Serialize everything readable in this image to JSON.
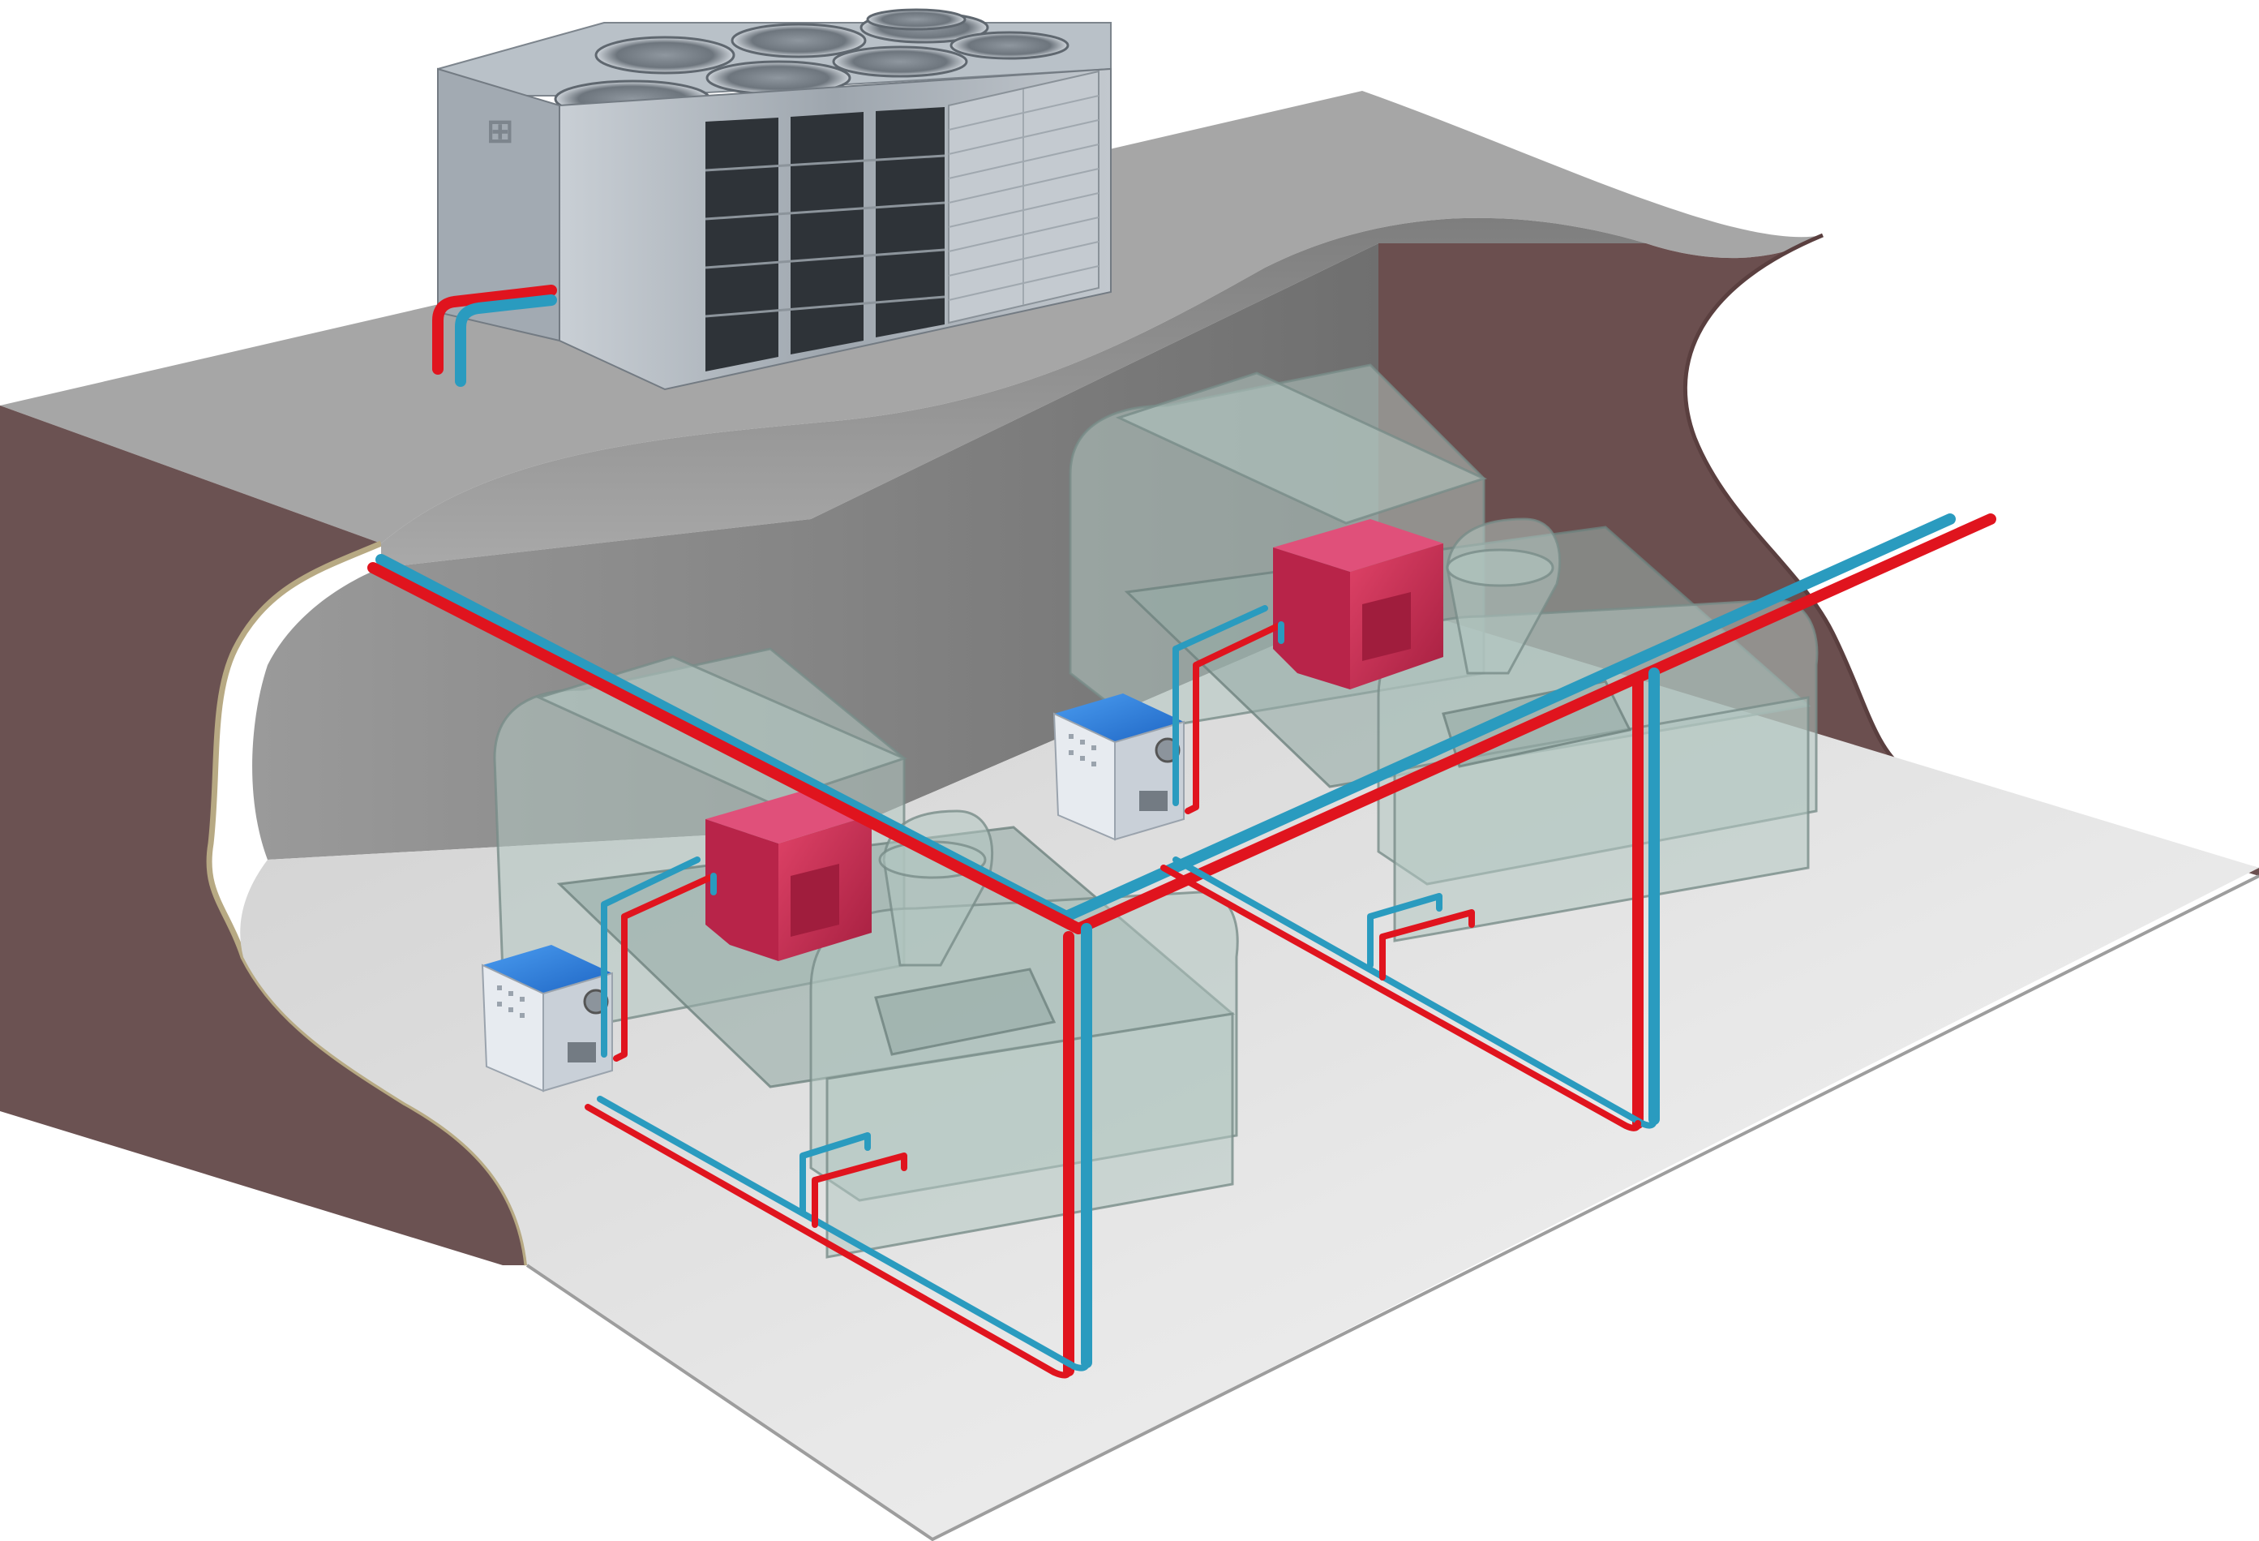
{
  "colors": {
    "sky": "#ffffff",
    "roof_top": "#a3a3a3",
    "ceiling_under": "#8f8f8f",
    "inner_wall": "#7a7a7a",
    "cut_face": "#6b4f4f",
    "cut_edge": "#b8aa86",
    "floor": "#dcdcdc",
    "floor_light": "#ececec",
    "hot_pipe": "#e0141e",
    "cold_pipe": "#2a9bbf",
    "tcu_red": "#c8294f",
    "tcu_red_dark": "#9e1c3c",
    "tcu_blue": "#2f7fe0",
    "tcu_body": "#dfe4ea",
    "cooler_metal": "#a8b0b8",
    "cooler_dark": "#3a3f45"
  },
  "components": {
    "rooftop_unit": "dry-cooler-icon",
    "machines": [
      "injection-molding-machine-1",
      "injection-molding-machine-2"
    ],
    "temperature_controllers": [
      "temperature-controller-1",
      "temperature-controller-2"
    ],
    "chillers": [
      "chiller-unit-1",
      "chiller-unit-2"
    ]
  }
}
